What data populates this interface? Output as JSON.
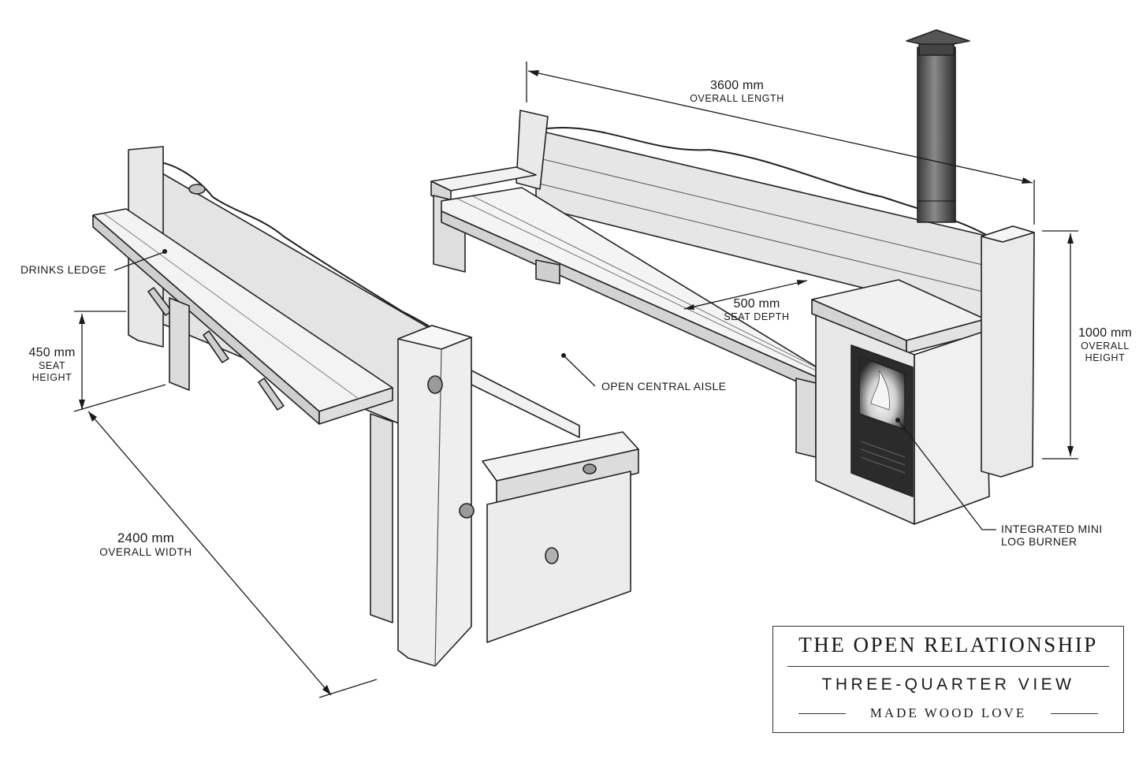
{
  "dimensions": {
    "overall_length": {
      "value": "3600 mm",
      "caption": "OVERALL LENGTH"
    },
    "seat_depth": {
      "value": "500 mm",
      "caption": "SEAT DEPTH"
    },
    "overall_height": {
      "value": "1000 mm",
      "caption_line1": "OVERALL",
      "caption_line2": "HEIGHT"
    },
    "seat_height": {
      "value": "450 mm",
      "caption_line1": "SEAT",
      "caption_line2": "HEIGHT"
    },
    "overall_width": {
      "value": "2400 mm",
      "caption": "OVERALL WIDTH"
    }
  },
  "callouts": {
    "drinks_ledge": "DRINKS LEDGE",
    "open_central_aisle": "OPEN CENTRAL AISLE",
    "log_burner_line1": "INTEGRATED MINI",
    "log_burner_line2": "LOG BURNER"
  },
  "title_block": {
    "title": "THE OPEN RELATIONSHIP",
    "view": "THREE-QUARTER VIEW",
    "maker": "MADE WOOD LOVE"
  },
  "colors": {
    "ink": "#1a1a1a",
    "wood_light": "#f2f2f2",
    "wood_mid": "#d9d9d9",
    "wood_dark": "#9a9a9a",
    "stove": "#2a2a2a"
  }
}
